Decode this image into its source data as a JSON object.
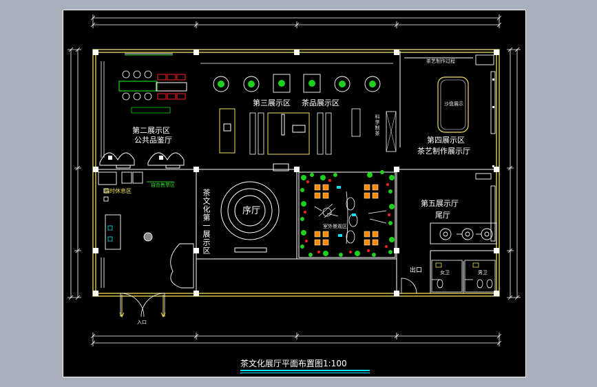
{
  "drawing": {
    "title": "茶文化展厅平面布置图1:100",
    "scale": "1:100",
    "frame_color": "#ffffff",
    "wall_color": "#f2e15c",
    "accent_cyan": "#00e5ff",
    "plant_green": "#1fd11f",
    "seat_orange": "#ff8a00",
    "flower_red": "#ff2020"
  },
  "zones": {
    "zone2_title": "第二展示区",
    "zone2_sub": "公共品鉴厅",
    "zone3_title": "第三展示区",
    "tea_display": "茶品展示区",
    "zone4_title": "第四展示区",
    "zone4_sub": "茶艺制作展示厅",
    "zone5_title": "第五展示厅",
    "zone5_sub": "尾厅",
    "zone1_vertical": "茶文化第一展示区",
    "foyer": "序厅",
    "exit": "出口",
    "entrance": "入口",
    "temp_rest": "临时休息区",
    "self_sale": "自由售票区",
    "landscape": "室外景观区",
    "tea_making": "茶艺制作过程",
    "sand_table": "沙盘展示",
    "side_label": "科学制茶",
    "ladies": "女卫",
    "gents": "男卫"
  }
}
